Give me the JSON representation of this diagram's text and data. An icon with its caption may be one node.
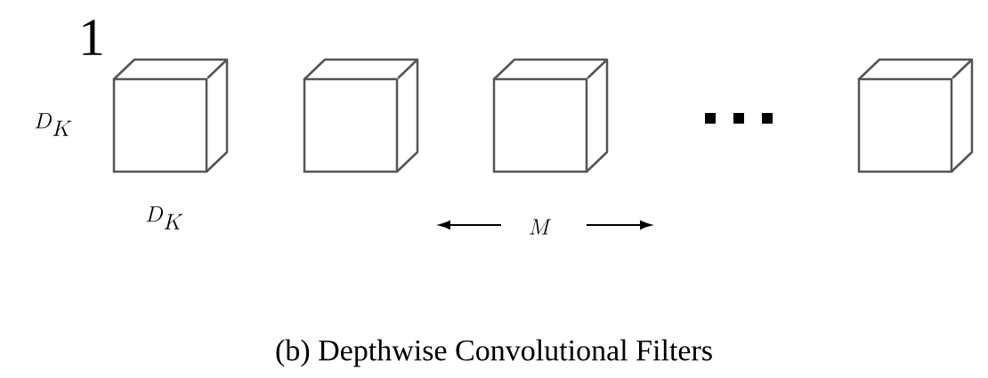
{
  "diagram": {
    "caption": "(b) Depthwise Convolutional Filters",
    "nodes": [
      {
        "text": [],
        "shape": "cube"
      },
      {
        "text": [],
        "shape": "cube"
      },
      {
        "text": [],
        "shape": "cube"
      },
      {
        "text": [],
        "shape": "cube"
      }
    ],
    "labels": [
      "1",
      "D_K",
      "D_K",
      "M"
    ]
  }
}
